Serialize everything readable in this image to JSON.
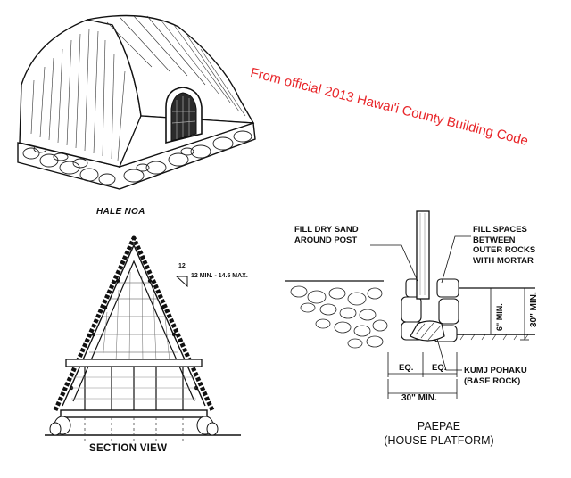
{
  "stamp": {
    "text": "From official 2013 Hawai'i County Building Code",
    "color": "#e8262a"
  },
  "house": {
    "label": "HALE NOA"
  },
  "section": {
    "label": "SECTION VIEW",
    "pitch_rise": "12",
    "pitch_text": "12 MIN. - 14.5 MAX."
  },
  "platform": {
    "title_line1": "PAEPAE",
    "title_line2": "(HOUSE PLATFORM)",
    "note_fill_sand": [
      "FILL DRY SAND",
      "AROUND POST"
    ],
    "note_fill_spaces": [
      "FILL SPACES",
      "BETWEEN",
      "OUTER ROCKS",
      "WITH MORTAR"
    ],
    "note_base_rock": [
      "KUMJ POHAKU",
      "(BASE ROCK)"
    ],
    "dim_eq_left": "EQ.",
    "dim_eq_right": "EQ.",
    "dim_width": "30\" MIN.",
    "dim_6min": "6\" MIN.",
    "dim_30min": "30\" MIN."
  }
}
